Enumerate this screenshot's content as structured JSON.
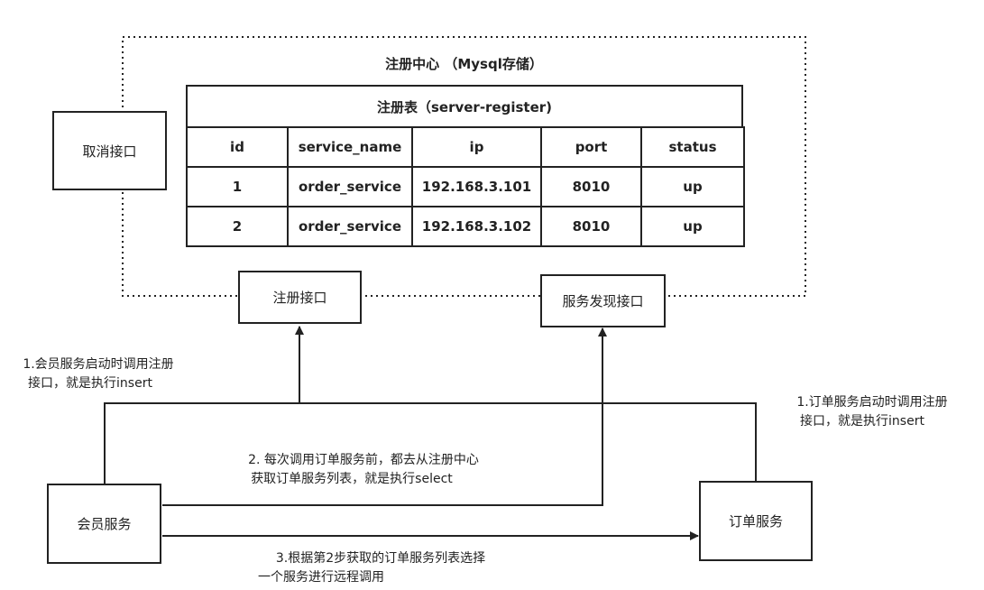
{
  "registry": {
    "title": "注册中心 （Mysql存储）",
    "table_title": "注册表（server-register)",
    "columns": [
      "id",
      "service_name",
      "ip",
      "port",
      "status"
    ],
    "rows": [
      [
        "1",
        "order_service",
        "192.168.3.101",
        "8010",
        "up"
      ],
      [
        "2",
        "order_service",
        "192.168.3.102",
        "8010",
        "up"
      ]
    ]
  },
  "boxes": {
    "cancel": "取消接口",
    "register": "注册接口",
    "discover": "服务发现接口",
    "member": "会员服务",
    "order": "订单服务"
  },
  "notes": {
    "member_register_line1": "1.会员服务启动时调用注册",
    "member_register_line2": "接口，就是执行insert",
    "order_register_line1": "1.订单服务启动时调用注册",
    "order_register_line2": "接口，就是执行insert",
    "discover_line1": "2. 每次调用订单服务前，都去从注册中心",
    "discover_line2": "获取订单服务列表，就是执行select",
    "remote_line1": "3.根据第2步获取的订单服务列表选择",
    "remote_line2": "一个服务进行远程调用"
  }
}
